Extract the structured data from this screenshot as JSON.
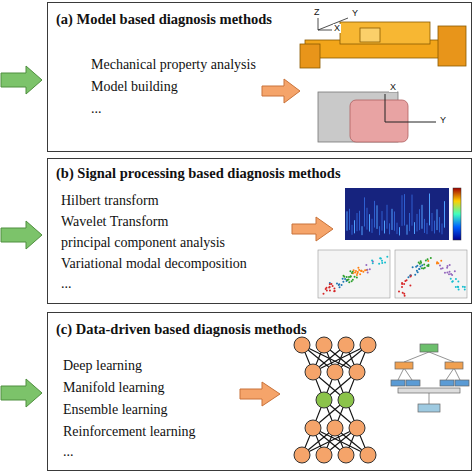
{
  "diagram": {
    "nodes": [
      {
        "text": [
          "(a) Model based diagnosis methods",
          "Mechanical property analysis",
          "Model building",
          "..."
        ]
      },
      {
        "text": [
          "(b) Signal processing based diagnosis methods",
          "Hilbert transform",
          "Wavelet Transform",
          "principal component analysis",
          "Variational modal decomposition",
          "..."
        ]
      },
      {
        "text": [
          "(c) Data-driven based diagnosis methods",
          "Deep learning",
          "Manifold learning",
          "Ensemble learning",
          "Reinforcement learning",
          "..."
        ]
      }
    ],
    "labels": [
      "Z",
      "X",
      "Y",
      "X",
      "Y"
    ]
  }
}
